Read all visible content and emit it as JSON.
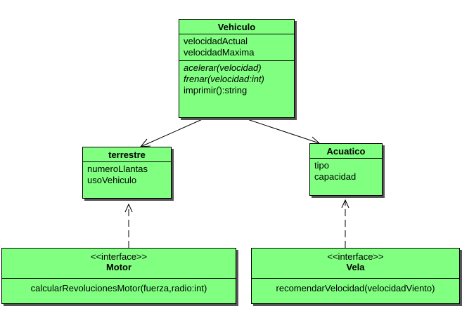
{
  "classes": {
    "vehiculo": {
      "name": "Vehiculo",
      "attributes": [
        "velocidadActual",
        "velocidadMaxima"
      ],
      "operations": [
        "acelerar(velocidad)",
        "frenar(velocidad:int)",
        "imprimir():string"
      ]
    },
    "terrestre": {
      "name": "terrestre",
      "attributes": [
        "numeroLlantas",
        "usoVehiculo"
      ]
    },
    "acuatico": {
      "name": "Acuatico",
      "attributes": [
        "tipo",
        "capacidad"
      ]
    },
    "motor": {
      "stereotype": "<<interface>>",
      "name": "Motor",
      "operations": [
        "calcularRevolucionesMotor(fuerza,radio:int)"
      ]
    },
    "vela": {
      "stereotype": "<<interface>>",
      "name": "Vela",
      "operations": [
        "recomendarVelocidad(velocidadViento)"
      ]
    }
  },
  "colors": {
    "class_fill": "#80ff80",
    "border": "#000000",
    "shadow": "#555555"
  }
}
